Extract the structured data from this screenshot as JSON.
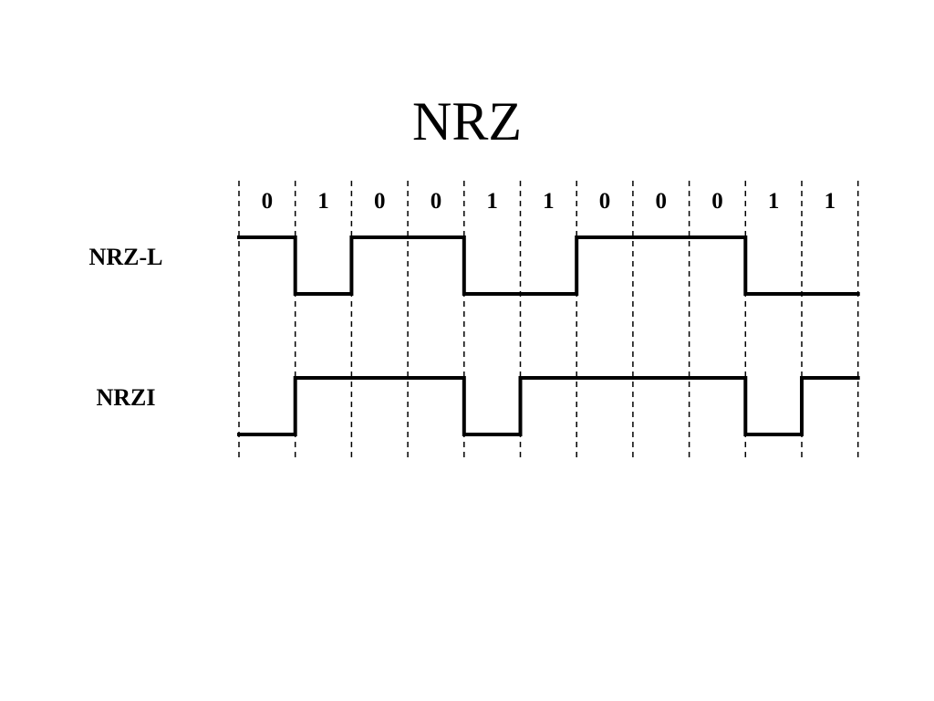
{
  "title": "NRZ",
  "bits": [
    "0",
    "1",
    "0",
    "0",
    "1",
    "1",
    "0",
    "0",
    "0",
    "1",
    "1"
  ],
  "signals": [
    {
      "name": "NRZ-L",
      "levels": [
        "high",
        "low",
        "high",
        "high",
        "low",
        "low",
        "high",
        "high",
        "high",
        "low",
        "low"
      ]
    },
    {
      "name": "NRZI",
      "levels": [
        "low",
        "high",
        "high",
        "high",
        "low",
        "high",
        "high",
        "high",
        "high",
        "low",
        "high"
      ]
    }
  ]
}
